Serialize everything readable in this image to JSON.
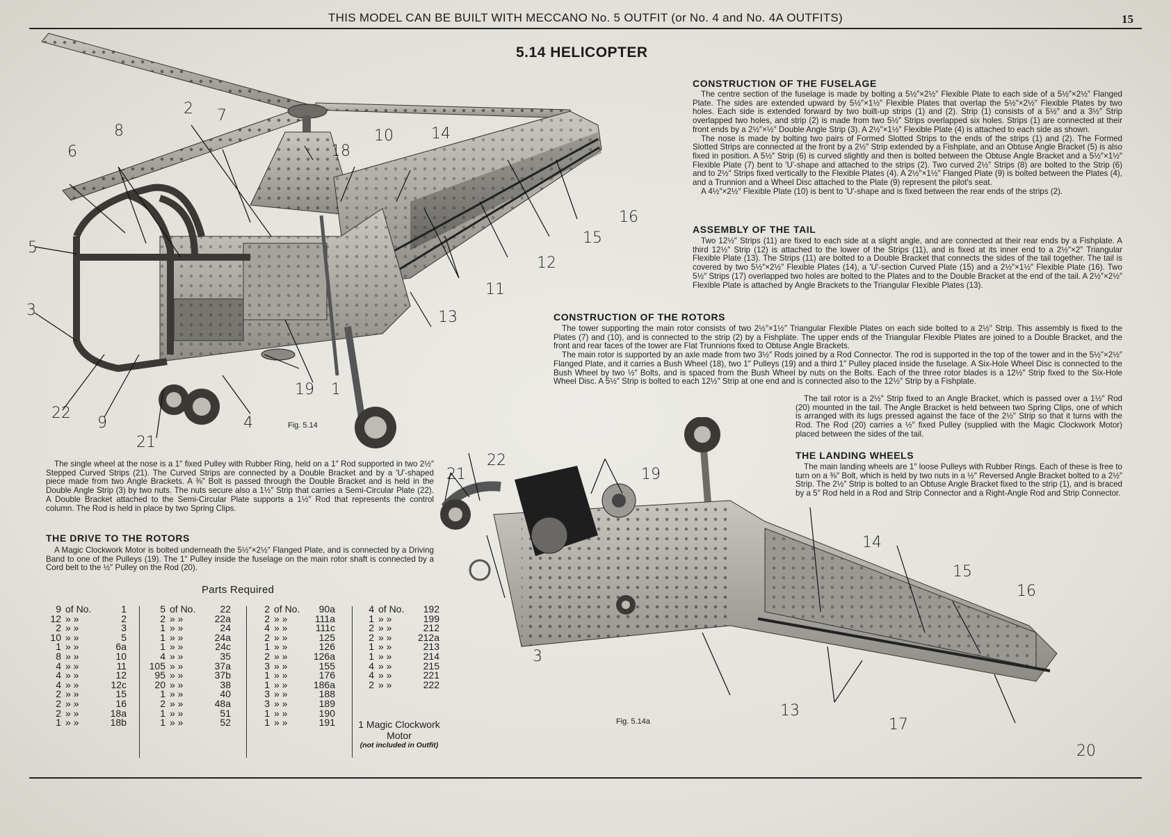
{
  "header": {
    "title": "THIS MODEL CAN BE BUILT WITH MECCANO No. 5 OUTFIT (or No. 4 and No. 4A OUTFITS)",
    "page_number": "15"
  },
  "model_title": "5.14  HELICOPTER",
  "sections": {
    "fuselage": {
      "heading": "CONSTRUCTION OF THE FUSELAGE",
      "paragraphs": [
        "The centre section of the fuselage is made by bolting a 5½″×2½″ Flexible Plate to each side of a 5½″×2½″ Flanged Plate. The sides are extended upward by 5½″×1½″ Flexible Plates that overlap the 5½″×2½″ Flexible Plates by two holes. Each side is extended forward by two built-up strips (1) and (2). Strip (1) consists of a 5½″ and a 3½″ Strip overlapped two holes, and strip (2) is made from two 5½″ Strips overlapped six holes. Strips (1) are connected at their front ends by a 2½″×½″ Double Angle Strip (3). A 2½″×1½″ Flexible Plate (4) is attached to each side as shown.",
        "The nose is made by bolting two pairs of Formed Slotted Strips to the ends of the strips (1) and (2). The Formed Slotted Strips are connected at the front by a 2½″ Strip extended by a Fishplate, and an Obtuse Angle Bracket (5) is also fixed in position. A 5½″ Strip (6) is curved slightly and then is bolted between the Obtuse Angle Bracket and a 5½″×1½″ Flexible Plate (7) bent to 'U'-shape and attached to the strips (2). Two curved 2½″ Strips (8) are bolted to the Strip (6) and to 2½″ Strips fixed vertically to the Flexible Plates (4). A 2½″×1½″ Flanged Plate (9) is bolted between the Plates (4), and a Trunnion and a Wheel Disc attached to the Plate (9) represent the pilot's seat.",
        "A 4½″×2½″ Flexible Plate (10) is bent to 'U'-shape and is fixed between the rear ends of the strips (2)."
      ]
    },
    "tail": {
      "heading": "ASSEMBLY OF THE TAIL",
      "paragraphs": [
        "Two 12½″ Strips (11) are fixed to each side at a slight angle, and are connected at their rear ends by a Fishplate. A third 12½″ Strip (12) is attached to the lower of the Strips (11), and is fixed at its inner end to a 2½″×2″ Triangular Flexible Plate (13). The Strips (11) are bolted to a Double Bracket that connects the sides of the tail together. The tail is covered by two 5½″×2½″ Flexible Plates (14), a 'U'-section Curved Plate (15) and a 2½″×1½″ Flexible Plate (16). Two 5½″ Strips (17) overlapped two holes are bolted to the Plates and to the Double Bracket at the end of the tail. A 2½″×2½″ Flexible Plate is attached by Angle Brackets to the Triangular Flexible Plates (13)."
      ]
    },
    "rotors": {
      "heading": "CONSTRUCTION OF THE ROTORS",
      "paragraphs": [
        "The tower supporting the main rotor consists of two 2½″×1½″ Triangular Flexible Plates on each side bolted to a 2½″ Strip. This assembly is fixed to the Plates (7) and (10), and is connected to the strip (2) by a Fishplate. The upper ends of the Triangular Flexible Plates are joined to a Double Bracket, and the front and rear faces of the tower are Flat Trunnions fixed to Obtuse Angle Brackets.",
        "The main rotor is supported by an axle made from two 3½″ Rods joined by a Rod Connector. The rod is supported in the top of the tower and in the 5½″×2½″ Flanged Plate, and it carries a Bush Wheel (18), two 1″ Pulleys (19) and a third 1″ Pulley placed inside the fuselage. A Six-Hole Wheel Disc is connected to the Bush Wheel by two ½″ Bolts, and is spaced from the Bush Wheel by nuts on the Bolts. Each of the three rotor blades is a 12½″ Strip fixed to the Six-Hole Wheel Disc. A 5½″ Strip is bolted to each 12½″ Strip at one end and is connected also to the 12½″ Strip by a Fishplate."
      ],
      "tail_rotor": "The tail rotor is a 2½″ Strip fixed to an Angle Bracket, which is passed over a 1½″ Rod (20) mounted in the tail. The Angle Bracket is held between two Spring Clips, one of which is arranged with its lugs pressed against the face of the 2½″ Strip so that it turns with the Rod. The Rod (20) carries a ½″ fixed Pulley (supplied with the Magic Clockwork Motor) placed between the sides of the tail."
    },
    "landing": {
      "heading": "THE LANDING WHEELS",
      "paragraphs": [
        "The main landing wheels are 1″ loose Pulleys with Rubber Rings. Each of these is free to turn on a ⅜″ Bolt, which is held by two nuts in a ½″ Reversed Angle Bracket bolted to a 2½″ Strip. The 2½″ Strip is bolted to an Obtuse Angle Bracket fixed to the strip (1), and is braced by a 5″ Rod held in a Rod and Strip Connector and a Right-Angle Rod and Strip Connector."
      ]
    },
    "nose_wheel": {
      "paragraphs": [
        "The single wheel at the nose is a 1″ fixed Pulley with Rubber Ring, held on a 1″ Rod supported in two 2½″ Stepped Curved Strips (21). The Curved Strips are connected by a Double Bracket and by a 'U'-shaped piece made from two Angle Brackets. A ⅜″ Bolt is passed through the Double Bracket and is held in the Double Angle Strip (3) by two nuts. The nuts secure also a 1½″ Strip that carries a Semi-Circular Plate (22). A Double Bracket attached to the Semi-Circular Plate supports a 1½″ Rod that represents the control column. The Rod is held in place by two Spring Clips."
      ]
    },
    "drive": {
      "heading": "THE DRIVE TO THE ROTORS",
      "paragraphs": [
        "A Magic Clockwork Motor is bolted underneath the 5½″×2½″ Flanged Plate, and is connected by a Driving Band to one of the Pulleys (19). The 1″ Pulley inside the fuselage on the main rotor shaft is connected by a Cord belt to the ½″ Pulley on the Rod (20)."
      ]
    }
  },
  "figures": {
    "fig1": {
      "caption": "Fig. 5.14",
      "callouts": [
        "2",
        "7",
        "8",
        "6",
        "18",
        "10",
        "14",
        "16",
        "15",
        "5",
        "12",
        "11",
        "3",
        "13",
        "19",
        "1",
        "22",
        "9",
        "4",
        "21"
      ]
    },
    "fig2": {
      "caption": "Fig. 5.14a",
      "callouts": [
        "22",
        "21",
        "19",
        "14",
        "15",
        "16",
        "3",
        "13",
        "17",
        "20"
      ]
    }
  },
  "parts": {
    "title": "Parts Required",
    "columns": [
      [
        [
          "9",
          "of No.",
          "1"
        ],
        [
          "12",
          "»  »",
          "2"
        ],
        [
          "2",
          "»  »",
          "3"
        ],
        [
          "10",
          "»  »",
          "5"
        ],
        [
          "1",
          "»  »",
          "6a"
        ],
        [
          "8",
          "»  »",
          "10"
        ],
        [
          "4",
          "»  »",
          "11"
        ],
        [
          "4",
          "»  »",
          "12"
        ],
        [
          "4",
          "»  »",
          "12c"
        ],
        [
          "2",
          "»  »",
          "15"
        ],
        [
          "2",
          "»  »",
          "16"
        ],
        [
          "2",
          "»  »",
          "18a"
        ],
        [
          "1",
          "»  »",
          "18b"
        ]
      ],
      [
        [
          "5",
          "of No.",
          "22"
        ],
        [
          "2",
          "»  »",
          "22a"
        ],
        [
          "1",
          "»  »",
          "24"
        ],
        [
          "1",
          "»  »",
          "24a"
        ],
        [
          "1",
          "»  »",
          "24c"
        ],
        [
          "4",
          "»  »",
          "35"
        ],
        [
          "105",
          "»  »",
          "37a"
        ],
        [
          "95",
          "»  »",
          "37b"
        ],
        [
          "20",
          "»  »",
          "38"
        ],
        [
          "1",
          "»  »",
          "40"
        ],
        [
          "2",
          "»  »",
          "48a"
        ],
        [
          "1",
          "»  »",
          "51"
        ],
        [
          "1",
          "»  »",
          "52"
        ]
      ],
      [
        [
          "2",
          "of No.",
          "90a"
        ],
        [
          "2",
          "»  »",
          "111a"
        ],
        [
          "4",
          "»  »",
          "111c"
        ],
        [
          "2",
          "»  »",
          "125"
        ],
        [
          "1",
          "»  »",
          "126"
        ],
        [
          "2",
          "»  »",
          "126a"
        ],
        [
          "3",
          "»  »",
          "155"
        ],
        [
          "1",
          "»  »",
          "176"
        ],
        [
          "1",
          "»  »",
          "186a"
        ],
        [
          "3",
          "»  »",
          "188"
        ],
        [
          "3",
          "»  »",
          "189"
        ],
        [
          "1",
          "»  »",
          "190"
        ],
        [
          "1",
          "»  »",
          "191"
        ]
      ],
      [
        [
          "4",
          "of No.",
          "192"
        ],
        [
          "1",
          "»  »",
          "199"
        ],
        [
          "2",
          "»  »",
          "212"
        ],
        [
          "2",
          "»  »",
          "212a"
        ],
        [
          "1",
          "»  »",
          "213"
        ],
        [
          "1",
          "»  »",
          "214"
        ],
        [
          "4",
          "»  »",
          "215"
        ],
        [
          "4",
          "»  »",
          "221"
        ],
        [
          "2",
          "»  »",
          "222"
        ]
      ]
    ],
    "motor_note": "1 Magic Clockwork Motor",
    "motor_note_small": "(not included in Outfit)"
  },
  "colors": {
    "paper": "#e6e4de",
    "ink": "#1b1b1b",
    "metal_light": "#b9b7b0",
    "metal_dark": "#5a5955"
  }
}
